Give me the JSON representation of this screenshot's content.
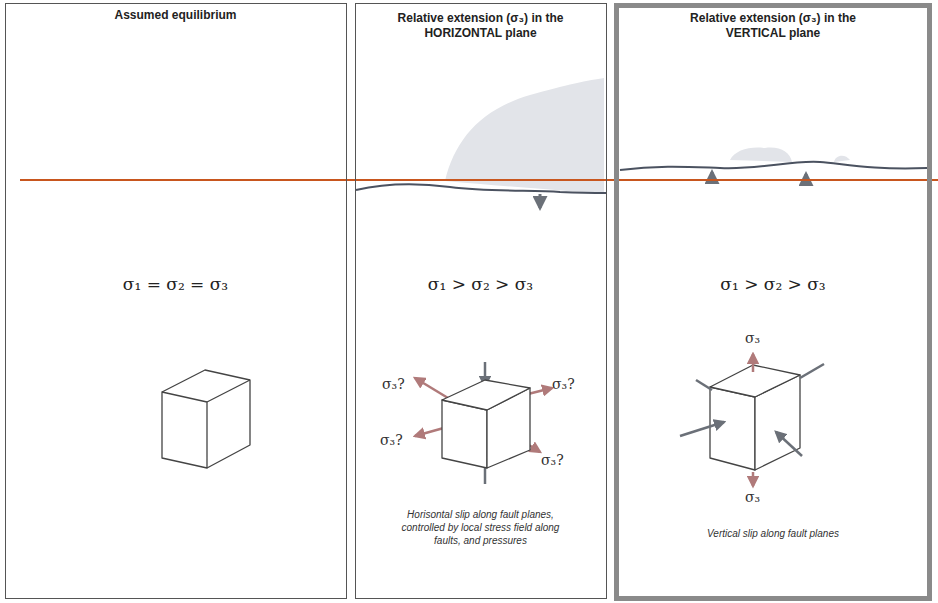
{
  "diagram": {
    "nodes": [
      {
        "text": [
          "Assumed equilibrium",
          "σ₁ = σ₂ = σ₃"
        ]
      },
      {
        "text": [
          "Relative extension (σ₃) in the HORIZONTAL plane",
          "σ₁ > σ₂ > σ₃",
          "Horisontal slip along fault planes, controlled by local stress field along faults, and pressures"
        ]
      },
      {
        "text": [
          "Relative extension (σ₃) in the VERTICAL plane",
          "σ₁ > σ₂ > σ₃",
          "Vertical slip along fault planes"
        ]
      }
    ],
    "labels": [
      "σ₃?",
      "σ₃?",
      "σ₃?",
      "σ₃?",
      "σ₃",
      "σ₃"
    ]
  }
}
